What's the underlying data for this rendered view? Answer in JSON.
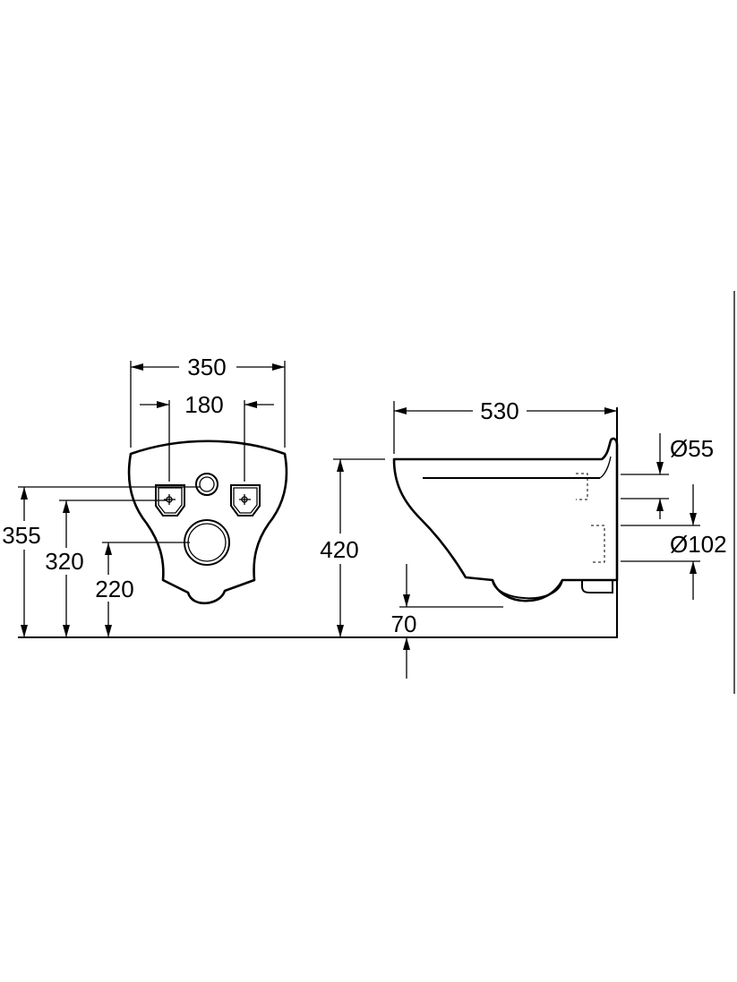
{
  "front_view": {
    "width_label": "350",
    "bolt_spacing_label": "180",
    "height_355_label": "355",
    "height_320_label": "320",
    "height_220_label": "220"
  },
  "side_view": {
    "depth_label": "530",
    "rim_height_label": "420",
    "floor_clearance_label": "70",
    "inlet_diameter_label": "Ø55",
    "outlet_diameter_label": "Ø102"
  },
  "colors": {
    "line": "#000000",
    "background": "#ffffff"
  }
}
